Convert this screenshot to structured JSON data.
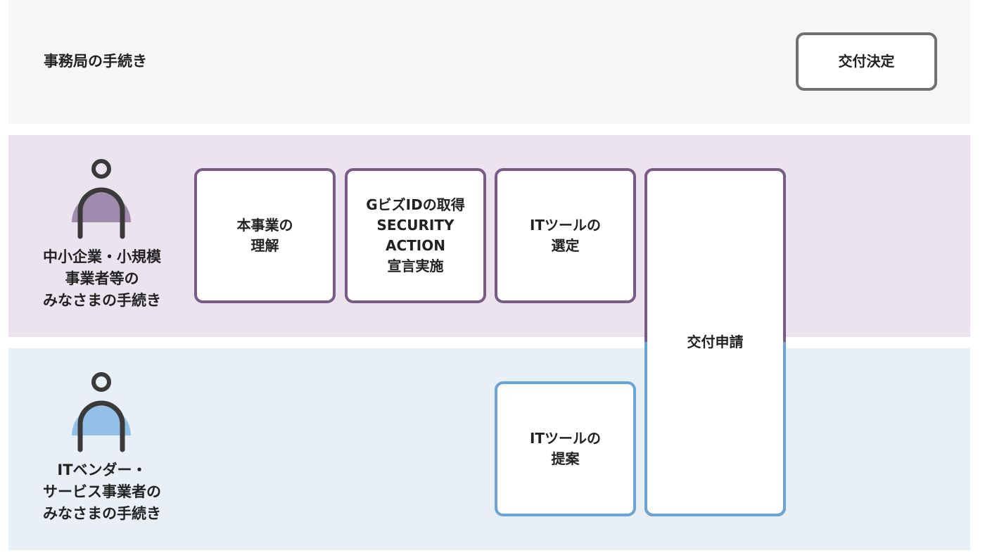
{
  "lanes": {
    "office": {
      "label": "事務局の手続き"
    },
    "sme": {
      "label": "中小企業・小規模\n事業者等の\nみなさまの手続き"
    },
    "vendor": {
      "label": "ITベンダー・\nサービス事業者の\nみなさまの手続き"
    }
  },
  "steps": {
    "grant_decision": "交付決定",
    "understand": "本事業の\n理解",
    "gbiz": "GビズIDの取得\nSECURITY\nACTION\n宣言実施",
    "select_tool": "ITツールの\n選定",
    "propose_tool": "ITツールの\n提案",
    "apply": "交付申請"
  },
  "colors": {
    "office_bg": "#f6f6f6",
    "sme_bg": "#ebe4ee",
    "vendor_bg": "#e8eff7",
    "sme_accent": "#7a5a87",
    "vendor_accent": "#6aa4d6",
    "office_border": "#707070"
  },
  "icons": {
    "sme": "person-icon",
    "vendor": "person-icon"
  }
}
